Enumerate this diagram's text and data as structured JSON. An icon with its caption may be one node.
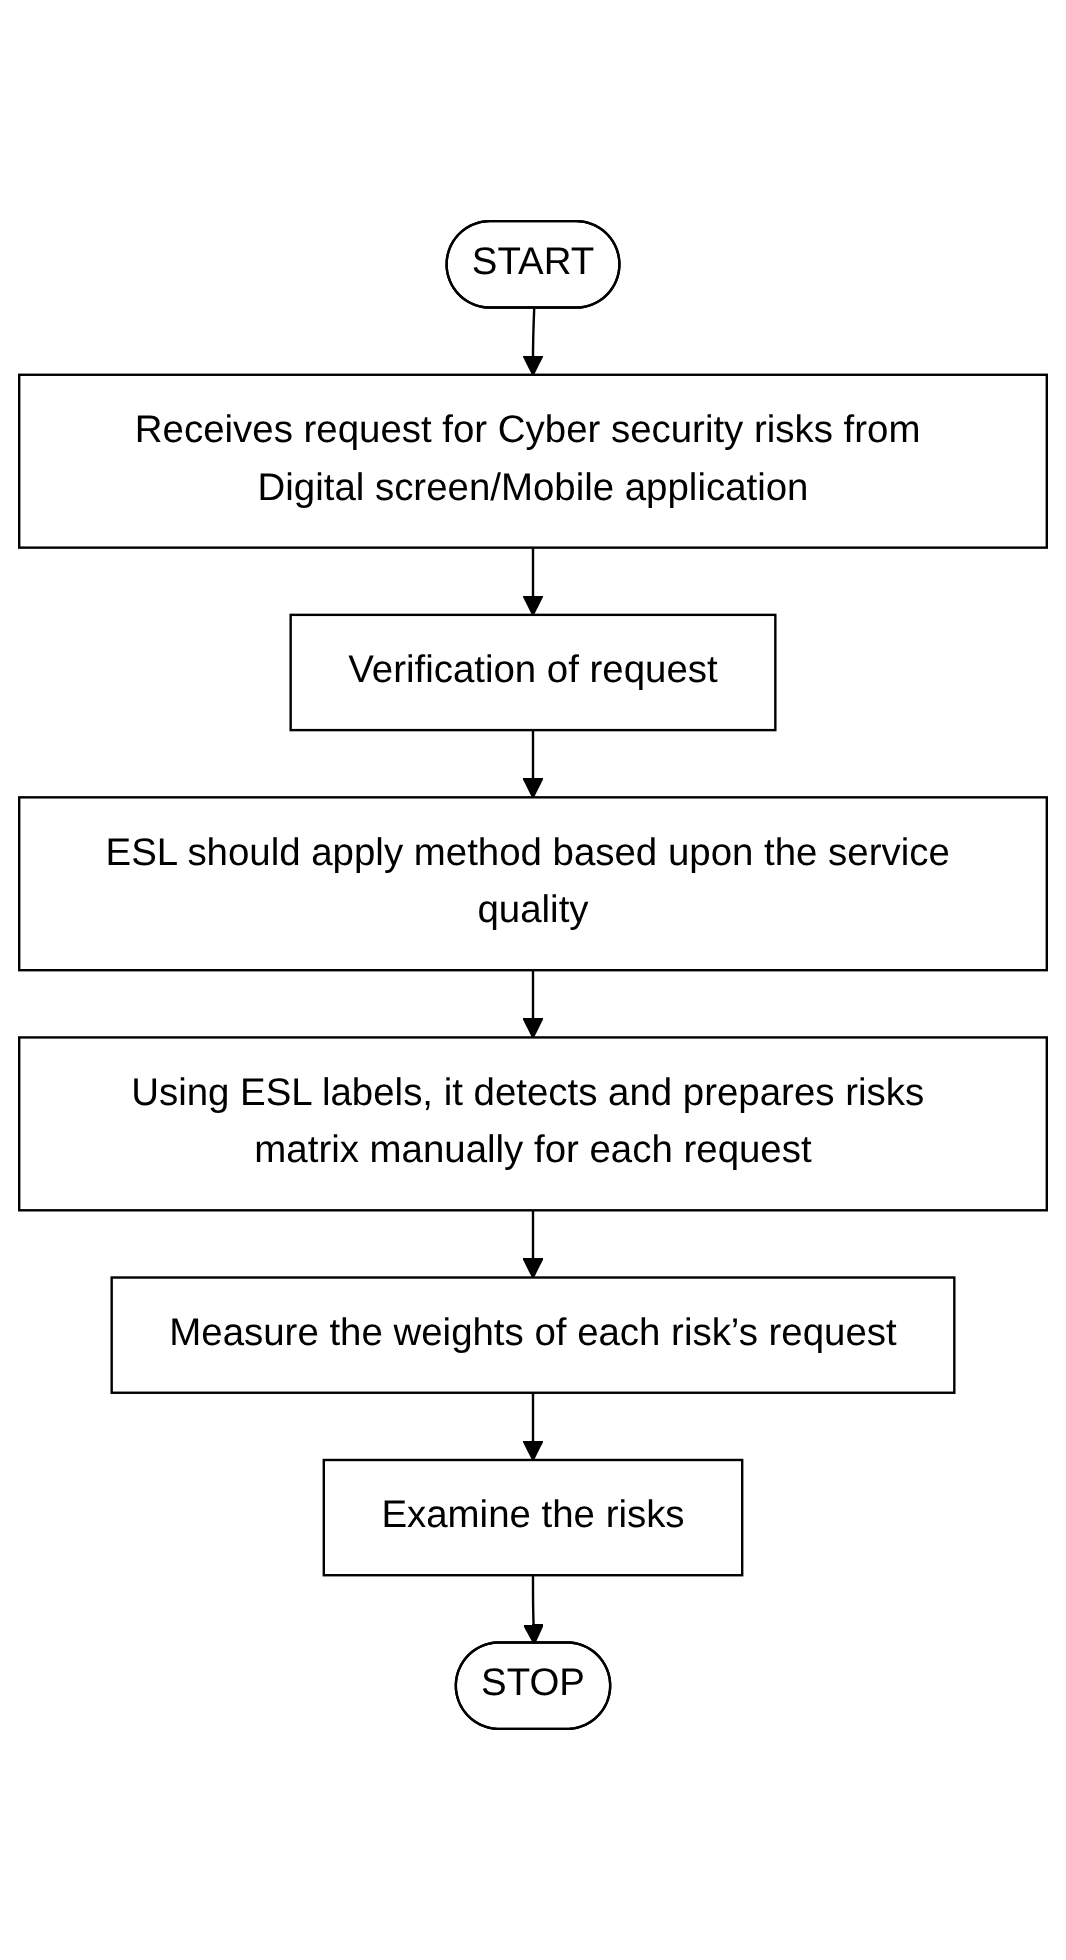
{
  "diagram": {
    "nodes": [
      {
        "text": [
          "START"
        ]
      },
      {
        "text": [
          "Receives request for Cyber security risks from Digital screen/Mobile application"
        ]
      },
      {
        "text": [
          "Verification of request"
        ]
      },
      {
        "text": [
          "ESL should apply method based upon the service quality"
        ]
      },
      {
        "text": [
          "Using ESL labels, it detects and prepares risks matrix manually for each request"
        ]
      },
      {
        "text": [
          "Measure the weights of each risk’s request"
        ]
      },
      {
        "text": [
          "Examine the risks"
        ]
      },
      {
        "text": [
          "STOP"
        ]
      }
    ],
    "edges": [
      {
        "from": 0,
        "to": 1,
        "arrow": "to"
      },
      {
        "from": 1,
        "to": 2,
        "arrow": "to"
      },
      {
        "from": 2,
        "to": 3,
        "arrow": "to"
      },
      {
        "from": 3,
        "to": 4,
        "arrow": "to"
      },
      {
        "from": 4,
        "to": 5,
        "arrow": "to"
      },
      {
        "from": 5,
        "to": 6,
        "arrow": "to"
      },
      {
        "from": 6,
        "to": 7,
        "arrow": "to"
      }
    ]
  }
}
